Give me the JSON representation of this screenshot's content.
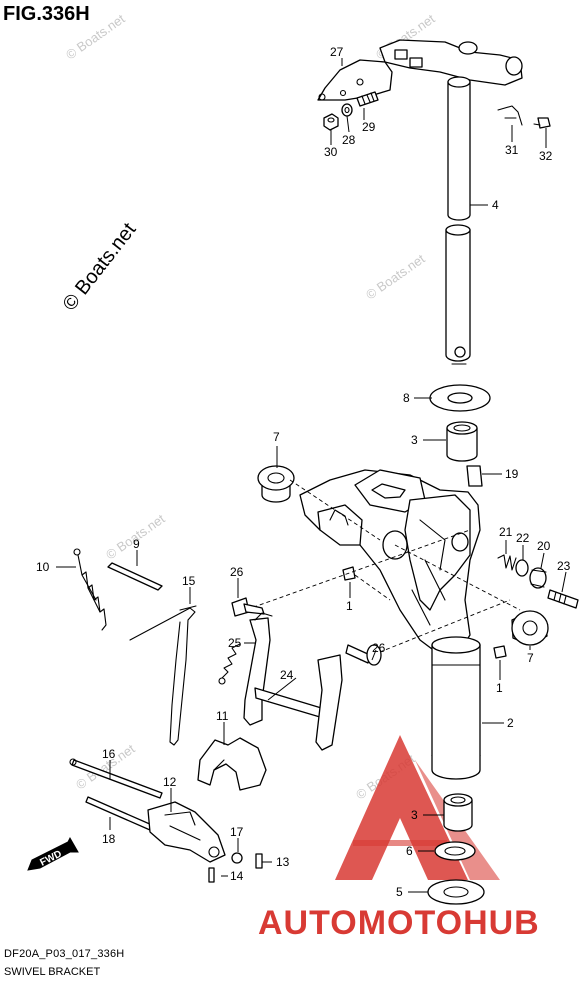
{
  "figure": {
    "title": "FIG.336H",
    "code": "DF20A_P03_017_336H",
    "caption": "SWIVEL BRACKET"
  },
  "watermark": {
    "main": "© Boats.net",
    "small": "© Boats.net"
  },
  "fwd_label": "FWD",
  "brand": {
    "text": "AUTOMOTOHUB",
    "color_red": "#d83a34",
    "color_orange": "#f2a33a"
  },
  "callouts": {
    "c1a": "1",
    "c1b": "1",
    "c2": "2",
    "c3a": "3",
    "c3b": "3",
    "c4": "4",
    "c5": "5",
    "c6": "6",
    "c7a": "7",
    "c7b": "7",
    "c8": "8",
    "c9": "9",
    "c10": "10",
    "c11": "11",
    "c12": "12",
    "c13": "13",
    "c14": "14",
    "c15": "15",
    "c16": "16",
    "c17": "17",
    "c18": "18",
    "c19": "19",
    "c20": "20",
    "c21": "21",
    "c22": "22",
    "c23": "23",
    "c24": "24",
    "c25": "25",
    "c26a": "26",
    "c26b": "26",
    "c27": "27",
    "c28": "28",
    "c29": "29",
    "c30": "30",
    "c31": "31",
    "c32": "32"
  }
}
